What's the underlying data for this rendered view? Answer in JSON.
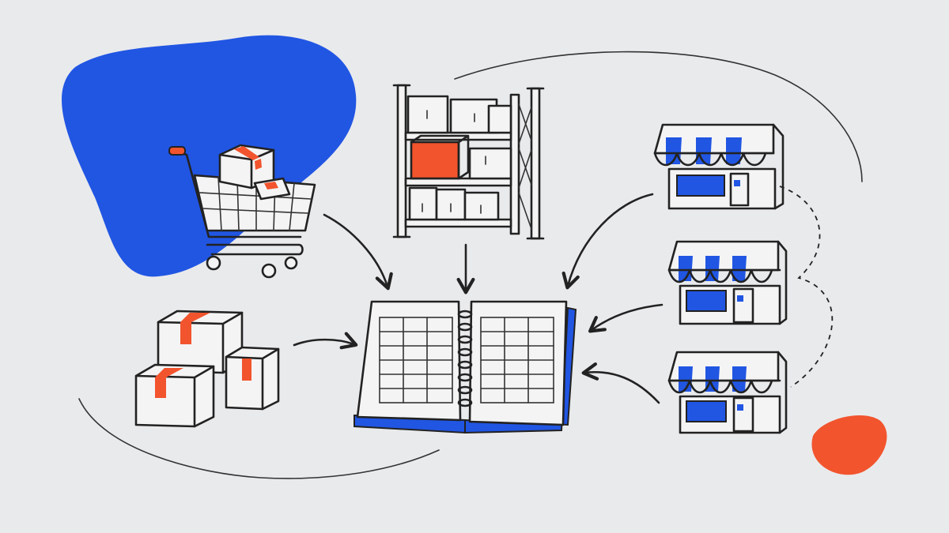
{
  "colors": {
    "background": "#e9eaec",
    "accent_blue": "#2156e3",
    "accent_orange": "#f2542d",
    "ink": "#222222"
  },
  "nodes": [
    {
      "id": "shopping-cart",
      "icon": "shopping-cart-icon"
    },
    {
      "id": "warehouse-shelf",
      "icon": "warehouse-shelf-icon"
    },
    {
      "id": "parcel-stack",
      "icon": "cardboard-boxes-icon"
    },
    {
      "id": "ledger-book",
      "icon": "open-ledger-book-icon"
    },
    {
      "id": "storefront-1",
      "icon": "storefront-icon"
    },
    {
      "id": "storefront-2",
      "icon": "storefront-icon"
    },
    {
      "id": "storefront-3",
      "icon": "storefront-icon"
    }
  ],
  "edges": [
    {
      "from": "shopping-cart",
      "to": "ledger-book"
    },
    {
      "from": "warehouse-shelf",
      "to": "ledger-book"
    },
    {
      "from": "parcel-stack",
      "to": "ledger-book"
    },
    {
      "from": "storefront-1",
      "to": "ledger-book"
    },
    {
      "from": "storefront-2",
      "to": "ledger-book"
    },
    {
      "from": "storefront-3",
      "to": "ledger-book"
    }
  ]
}
